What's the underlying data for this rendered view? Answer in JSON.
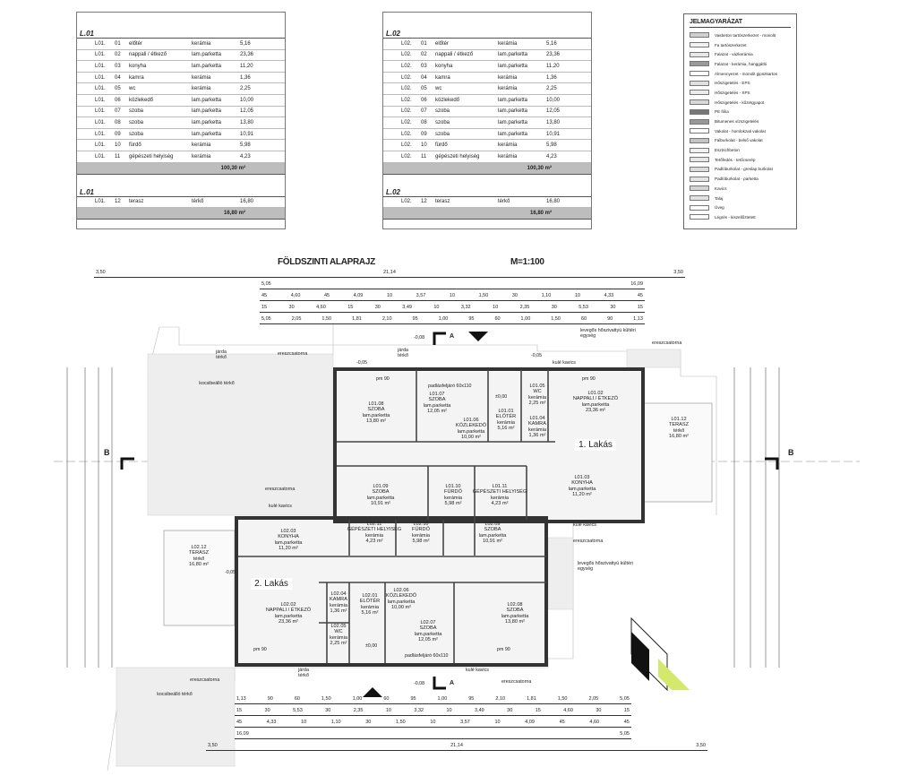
{
  "table1": {
    "header": "L.01",
    "rows": [
      [
        "L01.",
        "01",
        "előtér",
        "kerámia",
        "5,16"
      ],
      [
        "L01.",
        "02",
        "nappali / étkező",
        "lam.parketta",
        "23,36"
      ],
      [
        "L01.",
        "03",
        "konyha",
        "lam.parketta",
        "11,20"
      ],
      [
        "L01.",
        "04",
        "kamra",
        "kerámia",
        "1,36"
      ],
      [
        "L01.",
        "05",
        "wc",
        "kerámia",
        "2,25"
      ],
      [
        "L01.",
        "06",
        "közlekedő",
        "lam.parketta",
        "10,00"
      ],
      [
        "L01.",
        "07",
        "szoba",
        "lam.parketta",
        "12,05"
      ],
      [
        "L01.",
        "08",
        "szoba",
        "lam.parketta",
        "13,80"
      ],
      [
        "L01.",
        "09",
        "szoba",
        "lam.parketta",
        "10,91"
      ],
      [
        "L01.",
        "10",
        "fürdő",
        "kerámia",
        "5,98"
      ],
      [
        "L01.",
        "11",
        "gépészeti helyiség",
        "kerámia",
        "4,23"
      ]
    ],
    "total": "100,30 m²",
    "header2": "L.01",
    "rows2": [
      [
        "L01.",
        "12",
        "terasz",
        "térkő",
        "16,80"
      ]
    ],
    "total2": "16,80 m²"
  },
  "table2": {
    "header": "L.02",
    "rows": [
      [
        "L02.",
        "01",
        "előtér",
        "kerámia",
        "5,16"
      ],
      [
        "L02.",
        "02",
        "nappali / étkező",
        "lam.parketta",
        "23,36"
      ],
      [
        "L02.",
        "03",
        "konyha",
        "lam.parketta",
        "11,20"
      ],
      [
        "L02.",
        "04",
        "kamra",
        "kerámia",
        "1,36"
      ],
      [
        "L02.",
        "05",
        "wc",
        "kerámia",
        "2,25"
      ],
      [
        "L02.",
        "06",
        "közlekedő",
        "lam.parketta",
        "10,00"
      ],
      [
        "L02.",
        "07",
        "szoba",
        "lam.parketta",
        "12,05"
      ],
      [
        "L02.",
        "08",
        "szoba",
        "lam.parketta",
        "13,80"
      ],
      [
        "L02.",
        "09",
        "szoba",
        "lam.parketta",
        "10,91"
      ],
      [
        "L02.",
        "10",
        "fürdő",
        "kerámia",
        "5,98"
      ],
      [
        "L02.",
        "11",
        "gépészeti helyiség",
        "kerámia",
        "4,23"
      ]
    ],
    "total": "100,30 m²",
    "header2": "L.02",
    "rows2": [
      [
        "L02.",
        "12",
        "terasz",
        "térkő",
        "16,80"
      ]
    ],
    "total2": "16,80 m²"
  },
  "legend": {
    "title": "JELMAGYARÁZAT",
    "items": [
      {
        "label": "Vasbeton tartószerkezet - monolit",
        "color": "#d0d0d0"
      },
      {
        "label": "Fa tartószerkezet",
        "color": "#f2f2f2"
      },
      {
        "label": "Falazat - vázkerámia",
        "color": "#e8e8e8"
      },
      {
        "label": "Falazat - kerámia, hanggátló",
        "color": "#9a9a9a"
      },
      {
        "label": "Álmennyezet - monolit gipszkarton",
        "color": "#ffffff"
      },
      {
        "label": "Hőszigetelés - EPS",
        "color": "#e0e0e0"
      },
      {
        "label": "Hőszigetelés - XPS",
        "color": "#ececec"
      },
      {
        "label": "Hőszigetelés - kőzetgyapot",
        "color": "#d8d8d8"
      },
      {
        "label": "PE fólia",
        "color": "#777777"
      },
      {
        "label": "Bitumenes vízszigetelés",
        "color": "#999999"
      },
      {
        "label": "Vakolat - homlokzati vakolat",
        "color": "#ffffff"
      },
      {
        "label": "Falburkolat - belső vakolat",
        "color": "#c4c4c4"
      },
      {
        "label": "Esztrichbeton",
        "color": "#f0f0f0"
      },
      {
        "label": "Tetőfedés - tetőcserép",
        "color": "#e6e6e6"
      },
      {
        "label": "Padlóburkolat - greslap burkolat",
        "color": "#dcdcdc"
      },
      {
        "label": "Padlóburkolat - parketta",
        "color": "#e4e4e4"
      },
      {
        "label": "Kavics",
        "color": "#d4d4d4"
      },
      {
        "label": "Talaj",
        "color": "#e2e2e2"
      },
      {
        "label": "Üveg",
        "color": "#ffffff"
      },
      {
        "label": "Légrés - kiszellőztetett",
        "color": "#ffffff"
      }
    ]
  },
  "plan": {
    "title": "FÖLDSZINTI ALAPRAJZ",
    "scale": "M=1:100",
    "dims_top": [
      [
        "3,50",
        "21,14",
        "3,50"
      ],
      [
        "5,05",
        "16,09"
      ],
      [
        "45",
        "4,60",
        "45",
        "4,09",
        "10",
        "3,57",
        "10",
        "1,50",
        "30",
        "1,10",
        "10",
        "4,33",
        "45"
      ],
      [
        "15",
        "30",
        "4,60",
        "15",
        "30",
        "3,49",
        "10",
        "3,32",
        "10",
        "2,35",
        "30",
        "5,53",
        "30",
        "15"
      ],
      [
        "5,05",
        "2,05",
        "1,50",
        "1,81",
        "2,10",
        "95",
        "1,00",
        "95",
        "60",
        "1,00",
        "1,50",
        "60",
        "90",
        "1,13"
      ]
    ],
    "dims_bottom": [
      [
        "1,13",
        "90",
        "60",
        "1,50",
        "1,00",
        "60",
        "95",
        "1,00",
        "95",
        "2,10",
        "1,81",
        "1,50",
        "2,05",
        "5,05"
      ],
      [
        "15",
        "30",
        "5,53",
        "30",
        "2,35",
        "10",
        "3,32",
        "10",
        "3,49",
        "30",
        "15",
        "4,60",
        "30",
        "15"
      ],
      [
        "45",
        "4,33",
        "10",
        "1,10",
        "30",
        "1,50",
        "10",
        "3,57",
        "10",
        "4,09",
        "45",
        "4,60",
        "45"
      ],
      [
        "16,09",
        "5,05"
      ],
      [
        "3,50",
        "21,14",
        "3,50"
      ]
    ],
    "rooms": [
      {
        "id": "L01.08",
        "name": "SZOBA",
        "floor": "lam.parketta",
        "area": "13,80 m²"
      },
      {
        "id": "L01.07",
        "name": "SZOBA",
        "floor": "lam.parketta",
        "area": "12,05 m²"
      },
      {
        "id": "L01.06",
        "name": "KÖZLEKEDŐ",
        "floor": "lam.parketta",
        "area": "10,00 m²"
      },
      {
        "id": "L01.01",
        "name": "ELŐTÉR",
        "floor": "kerámia",
        "area": "5,16 m²"
      },
      {
        "id": "L01.05",
        "name": "WC",
        "floor": "kerámia",
        "area": "2,25 m²"
      },
      {
        "id": "L01.04",
        "name": "KAMRA",
        "floor": "kerámia",
        "area": "1,36 m²"
      },
      {
        "id": "L01.02",
        "name": "NAPPALI / ÉTKEZŐ",
        "floor": "lam.parketta",
        "area": "23,36 m²"
      },
      {
        "id": "L01.09",
        "name": "SZOBA",
        "floor": "lam.parketta",
        "area": "10,91 m²"
      },
      {
        "id": "L01.10",
        "name": "FÜRDŐ",
        "floor": "kerámia",
        "area": "5,98 m²"
      },
      {
        "id": "L01.11",
        "name": "GÉPÉSZETI HELYISÉG",
        "floor": "kerámia",
        "area": "4,23 m²"
      },
      {
        "id": "L01.03",
        "name": "KONYHA",
        "floor": "lam.parketta",
        "area": "11,20 m²"
      },
      {
        "id": "L01.12",
        "name": "TERASZ",
        "floor": "térkő",
        "area": "16,80 m²"
      },
      {
        "id": "L02.12",
        "name": "TERASZ",
        "floor": "térkő",
        "area": "16,80 m²"
      },
      {
        "id": "L02.03",
        "name": "KONYHA",
        "floor": "lam.parketta",
        "area": "11,20 m²"
      },
      {
        "id": "L02.11",
        "name": "GÉPÉSZETI HELYISÉG",
        "floor": "kerámia",
        "area": "4,23 m²"
      },
      {
        "id": "L02.10",
        "name": "FÜRDŐ",
        "floor": "kerámia",
        "area": "5,98 m²"
      },
      {
        "id": "L02.09",
        "name": "SZOBA",
        "floor": "lam.parketta",
        "area": "10,91 m²"
      },
      {
        "id": "L02.02",
        "name": "NAPPALI / ÉTKEZŐ",
        "floor": "lam.parketta",
        "area": "23,36 m²"
      },
      {
        "id": "L02.04",
        "name": "KAMRA",
        "floor": "kerámia",
        "area": "1,36 m²"
      },
      {
        "id": "L02.05",
        "name": "WC",
        "floor": "kerámia",
        "area": "2,25 m²"
      },
      {
        "id": "L02.01",
        "name": "ELŐTÉR",
        "floor": "kerámia",
        "area": "5,16 m²"
      },
      {
        "id": "L02.06",
        "name": "KÖZLEKEDŐ",
        "floor": "lam.parketta",
        "area": "10,00 m²"
      },
      {
        "id": "L02.07",
        "name": "SZOBA",
        "floor": "lam.parketta",
        "area": "12,05 m²"
      },
      {
        "id": "L02.08",
        "name": "SZOBA",
        "floor": "lam.parketta",
        "area": "13,80 m²"
      }
    ],
    "apartments": [
      "1. Lakás",
      "2. Lakás"
    ],
    "notes": {
      "jarda": "járda térkő",
      "kocsibeallo": "kocsibeálló térkő",
      "ereszcsatorna": "ereszcsatorna",
      "kule_kavics": "kulé kavics",
      "hoszivattyu": "levegős hőszivattyú kültéri egység",
      "padlasfeljaro": "padlásfeljáró 60x110",
      "level_0": "±0,00",
      "level_005": "-0,05",
      "level_008": "-0,08",
      "pm90": "pm 90"
    },
    "sections": {
      "a": "A",
      "b": "B"
    }
  }
}
